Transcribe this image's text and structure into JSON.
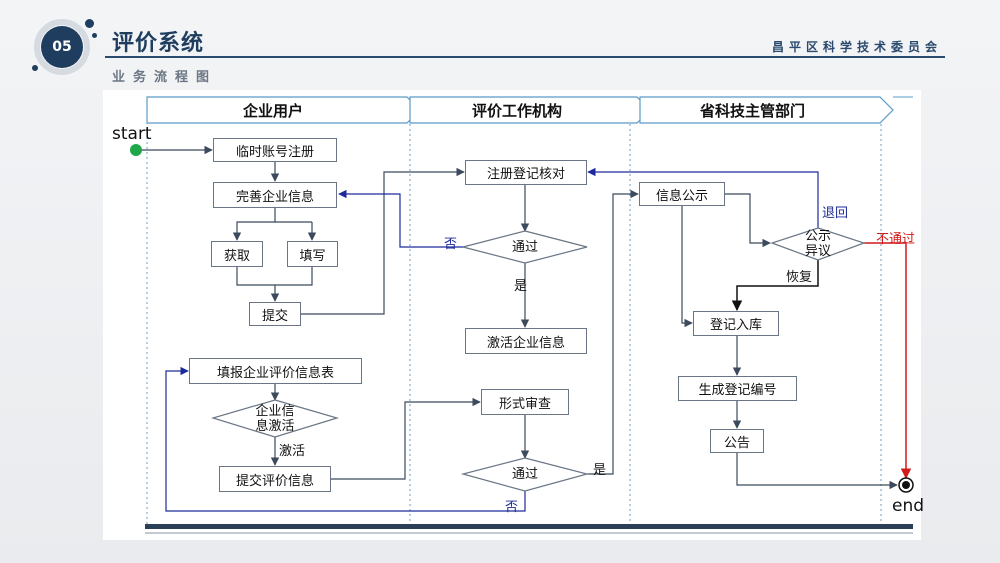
{
  "header": {
    "badge": "05",
    "title": "评价系统",
    "subtitle": "业务流程图",
    "organization": "昌平区科学技术委员会"
  },
  "flow": {
    "lanes": [
      "企业用户",
      "评价工作机构",
      "省科技主管部门"
    ],
    "start": "start",
    "end": "end",
    "nodes": {
      "temp_register": "临时账号注册",
      "complete_info": "完善企业信息",
      "obtain": "获取",
      "fill": "填写",
      "submit": "提交",
      "fill_form": "填报企业评价信息表",
      "activate_check_l1": "企业信",
      "activate_check_l2": "息激活",
      "submit_eval": "提交评价信息",
      "register_check": "注册登记核对",
      "pass1": "通过",
      "activate_info": "激活企业信息",
      "formal_review": "形式审查",
      "pass2": "通过",
      "info_public": "信息公示",
      "objection_l1": "公示",
      "objection_l2": "异议",
      "register_db": "登记入库",
      "gen_number": "生成登记编号",
      "announce": "公告"
    },
    "labels": {
      "no1": "否",
      "yes1": "是",
      "activate": "激活",
      "yes2": "是",
      "no2": "否",
      "return": "退回",
      "restore": "恢复",
      "fail": "不通过"
    }
  },
  "colors": {
    "primary": "#1e3d5f",
    "line": "#3b4a5c",
    "back_arrow": "#1d2b9a",
    "fail_arrow": "#d21a1a",
    "start": "#1fa84a"
  }
}
